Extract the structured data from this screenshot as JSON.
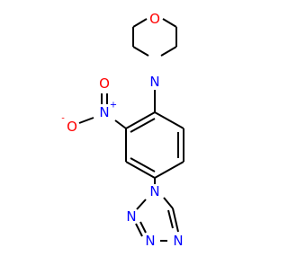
{
  "molecule": {
    "atoms": {
      "o_ring": "O",
      "n_morph": "N",
      "n_nitro": "N",
      "n_nitro_charge": "+",
      "o_nitro_double": "O",
      "o_nitro_single": "O",
      "o_nitro_single_charge": "-",
      "n_tz1": "N",
      "n_tz2": "N",
      "n_tz3": "N",
      "n_tz4": "N"
    }
  }
}
